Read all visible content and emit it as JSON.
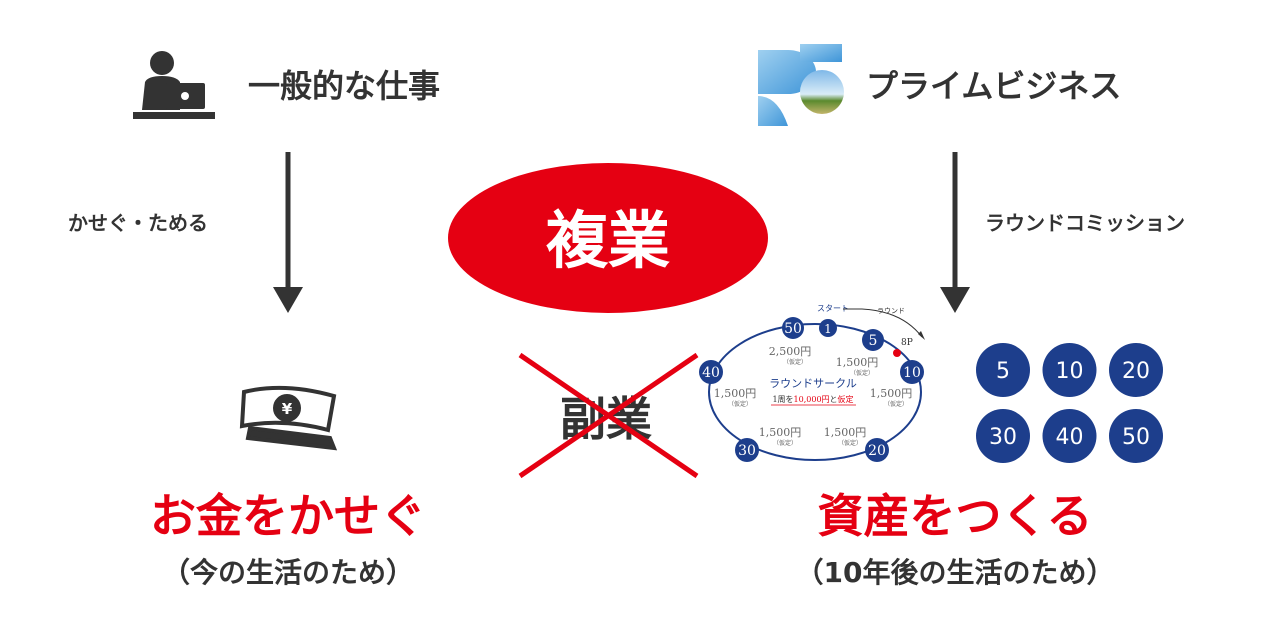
{
  "colors": {
    "red": "#e50012",
    "navy": "#1d3e8c",
    "dark": "#333333"
  },
  "left": {
    "icon": "person-laptop-icon",
    "title": "一般的な仕事",
    "arrow_label": "かせぐ・ためる",
    "result_icon": "money-bills-icon",
    "result": "お金をかせぐ",
    "result_sub": "（今の生活のため）"
  },
  "right": {
    "logo": "PC",
    "title": "プライムビジネス",
    "arrow_label": "ラウンドコミッション",
    "result": "資産をつくる",
    "result_sub": "（10年後の生活のため）"
  },
  "center": {
    "main": "複業",
    "crossed": "副業"
  },
  "round_circle": {
    "start_label": "スタート",
    "round_label": "ラウンド",
    "point_label": "8P",
    "title": "ラウンドサークル",
    "note_prefix": "1周を",
    "note_amount": "10,000円",
    "note_mid": "と",
    "note_suffix": "仮定",
    "nodes": [
      "50",
      "1",
      "5",
      "10",
      "20",
      "30",
      "40"
    ],
    "segments": [
      {
        "amount": "2,500円",
        "note": "（仮定）"
      },
      {
        "amount": "1,500円",
        "note": "（仮定）"
      },
      {
        "amount": "1,500円",
        "note": "（仮定）"
      },
      {
        "amount": "1,500円",
        "note": "（仮定）"
      },
      {
        "amount": "1,500円",
        "note": "（仮定）"
      },
      {
        "amount": "1,500円",
        "note": "（仮定）"
      }
    ]
  },
  "levels": [
    "5",
    "10",
    "20",
    "30",
    "40",
    "50"
  ]
}
